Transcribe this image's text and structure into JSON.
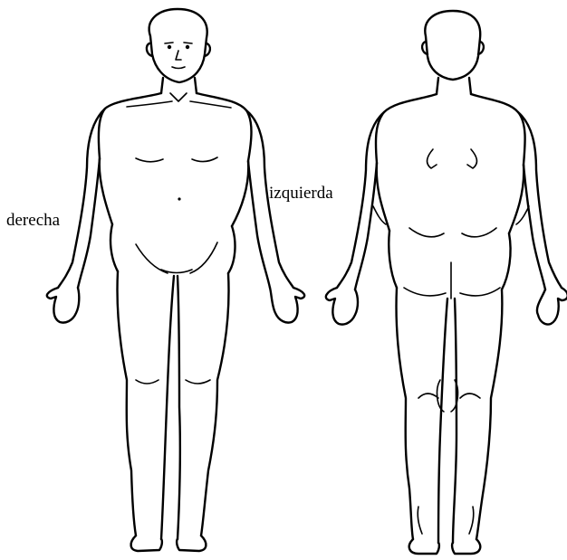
{
  "labels": {
    "right_side": "derecha",
    "left_side": "izquierda"
  },
  "colors": {
    "line": "#000000",
    "background": "#ffffff"
  },
  "figures": [
    "front-view",
    "back-view"
  ]
}
